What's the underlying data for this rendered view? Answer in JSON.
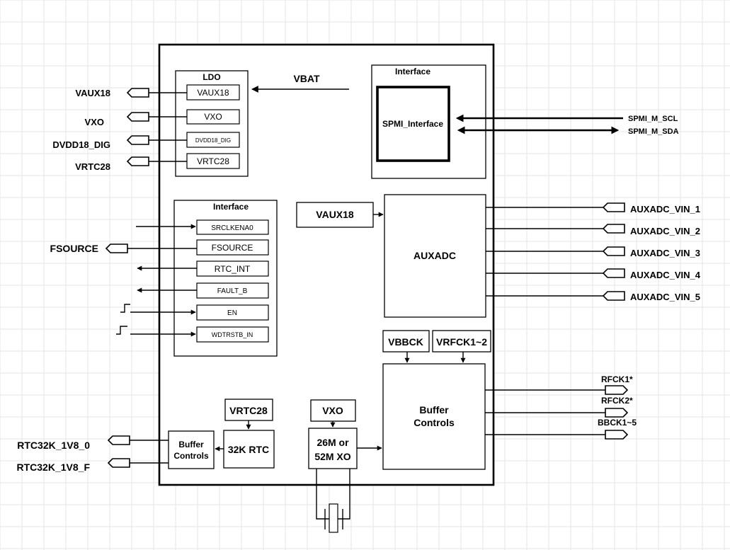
{
  "chip": {
    "vbat": "VBAT",
    "ldo": {
      "title": "LDO",
      "items": [
        "VAUX18",
        "VXO",
        "DVDD18_DIG",
        "VRTC28"
      ]
    },
    "left_outputs": [
      "VAUX18",
      "VXO",
      "DVDD18_DIG",
      "VRTC28"
    ],
    "spmi_block": {
      "title": "Interface",
      "inner": "SPMI_Interface",
      "signals": [
        "SPMI_M_SCL",
        "SPMI_M_SDA"
      ]
    },
    "io_block": {
      "title": "Interface",
      "items": [
        "SRCLKENA0",
        "FSOURCE",
        "RTC_INT",
        "FAULT_B",
        "EN",
        "WDTRSTB_IN"
      ],
      "fsource_pin": "FSOURCE"
    },
    "vaux18_box": "VAUX18",
    "auxadc": {
      "title": "AUXADC",
      "inputs": [
        "AUXADC_VIN_1",
        "AUXADC_VIN_2",
        "AUXADC_VIN_3",
        "AUXADC_VIN_4",
        "AUXADC_VIN_5"
      ]
    },
    "vbbck": "VBBCK",
    "vrfck": "VRFCK1~2",
    "buffer_right": {
      "line1": "Buffer",
      "line2": "Controls"
    },
    "rf_outputs": [
      "RFCK1*",
      "RFCK2*",
      "BBCK1~5"
    ],
    "vxo_box": "VXO",
    "xo": {
      "line1": "26M or",
      "line2": "52M XO"
    },
    "vrtc28_box": "VRTC28",
    "rtc": "32K RTC",
    "buffer_left": {
      "line1": "Buffer",
      "line2": "Controls"
    },
    "rtc_outputs": [
      "RTC32K_1V8_0",
      "RTC32K_1V8_F"
    ]
  }
}
